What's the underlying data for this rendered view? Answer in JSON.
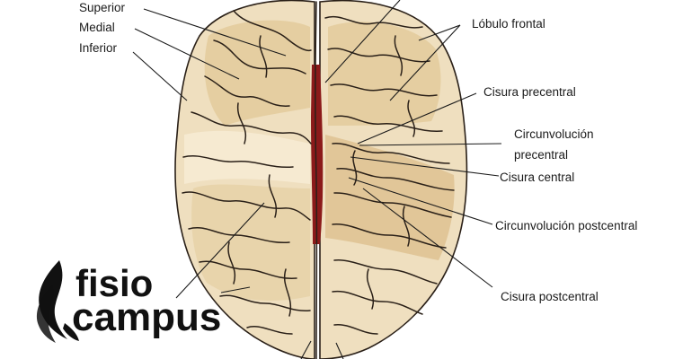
{
  "labels": {
    "superior": "Superior",
    "medial": "Medial",
    "inferior": "Inferior",
    "lobulo_frontal": "Lóbulo frontal",
    "cisura_precentral": "Cisura precentral",
    "circunvolucion_precentral_1": "Circunvolución",
    "circunvolucion_precentral_2": "precentral",
    "cisura_central": "Cisura central",
    "circunvolucion_postcentral": "Circunvolución postcentral",
    "cisura_postcentral": "Cisura postcentral"
  },
  "logo": {
    "line1": "fisio",
    "line2": "campus"
  },
  "colors": {
    "brain_light": "#f3e6cb",
    "brain_mid": "#e8d4ab",
    "brain_dark": "#dcc08c",
    "fissure": "#8b1a1a",
    "ink": "#1a1a1a",
    "logo": "#111111"
  }
}
